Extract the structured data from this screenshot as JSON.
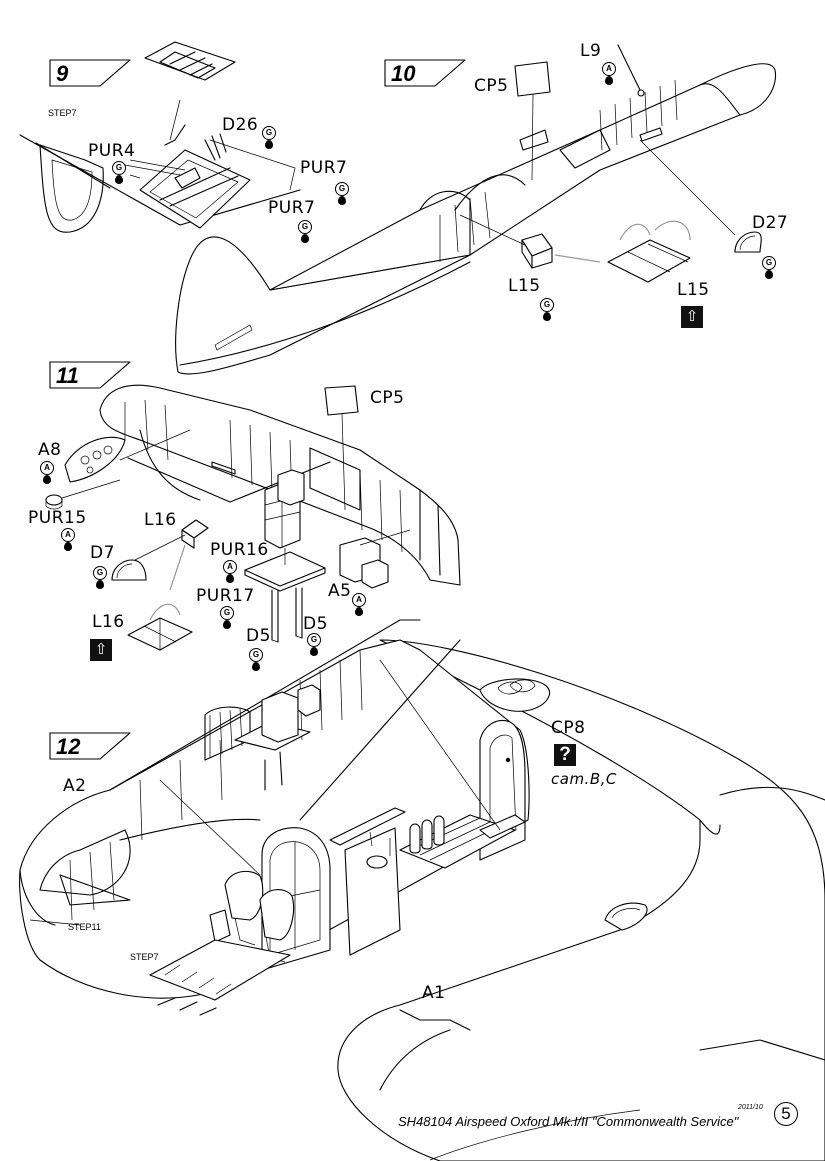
{
  "steps": [
    {
      "num": "9"
    },
    {
      "num": "10"
    },
    {
      "num": "11"
    },
    {
      "num": "12"
    }
  ],
  "step_refs": {
    "step7_top": "STEP7",
    "step11": "STEP11",
    "step7_bottom": "STEP7"
  },
  "labels": {
    "pur4": "PUR4",
    "d26": "D26",
    "pur7a": "PUR7",
    "pur7b": "PUR7",
    "cp5_top": "CP5",
    "l9": "L9",
    "d27": "D27",
    "l15a": "L15",
    "l15b": "L15",
    "cp5_mid": "CP5",
    "a8": "A8",
    "pur15": "PUR15",
    "l16a": "L16",
    "d7": "D7",
    "pur16": "PUR16",
    "pur17": "PUR17",
    "a5": "A5",
    "d5a": "D5",
    "d5b": "D5",
    "l16b": "L16",
    "cp8": "CP8",
    "cam": "cam.B,C",
    "a2": "A2",
    "a1": "A1"
  },
  "badges": {
    "g": "G",
    "a": "A"
  },
  "icons": {
    "photo_etch": "photo-etch-icon",
    "question": "?"
  },
  "footer": {
    "date": "2011/10",
    "title": "SH48104  Airspeed Oxford Mk.I/II \"Commonwealth Service\"",
    "page": "5"
  }
}
